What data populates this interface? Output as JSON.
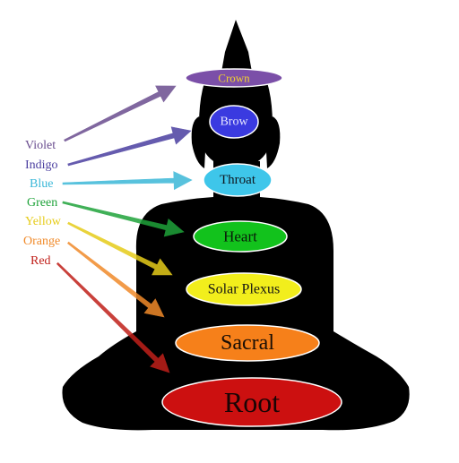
{
  "diagram": {
    "color_labels": [
      {
        "id": "violet",
        "text": "Violet",
        "color": "#6a4d8f"
      },
      {
        "id": "indigo",
        "text": "Indigo",
        "color": "#4b3fa0"
      },
      {
        "id": "blue",
        "text": "Blue",
        "color": "#3bb8d8"
      },
      {
        "id": "green",
        "text": "Green",
        "color": "#1fa33a"
      },
      {
        "id": "yellow",
        "text": "Yellow",
        "color": "#e6cc1a"
      },
      {
        "id": "orange",
        "text": "Orange",
        "color": "#f08a2a"
      },
      {
        "id": "red",
        "text": "Red",
        "color": "#c0201a"
      }
    ],
    "chakras": [
      {
        "id": "crown",
        "text": "Crown",
        "fill": "#7b4fa8",
        "text_color": "#f2d22e"
      },
      {
        "id": "brow",
        "text": "Brow",
        "fill": "#3a3ae0",
        "text_color": "#e8e8ff"
      },
      {
        "id": "throat",
        "text": "Throat",
        "fill": "#3ec6ea",
        "text_color": "#101820"
      },
      {
        "id": "heart",
        "text": "Heart",
        "fill": "#12c21c",
        "text_color": "#0a1a0a"
      },
      {
        "id": "solar-plexus",
        "text": "Solar Plexus",
        "fill": "#f2ee1c",
        "text_color": "#141414"
      },
      {
        "id": "sacral",
        "text": "Sacral",
        "fill": "#f6801a",
        "text_color": "#1a0e05"
      },
      {
        "id": "root",
        "text": "Root",
        "fill": "#cc1010",
        "text_color": "#1a0505"
      }
    ],
    "silhouette_color": "#000000"
  }
}
